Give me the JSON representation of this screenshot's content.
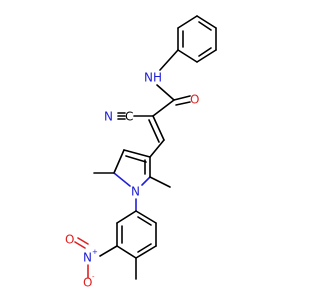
{
  "molecule": {
    "colors": {
      "carbon_bond": "#000000",
      "nitrogen": "#1f1fd6",
      "oxygen": "#e02020",
      "background": "#ffffff"
    },
    "labels": {
      "amide_nh": "NH",
      "carbonyl_o": "O",
      "nitrile_n": "N",
      "nitrile_c": "C",
      "pyrrole_n": "N",
      "nitro_n": "N",
      "nitro_n_charge": "+",
      "nitro_o_double": "O",
      "nitro_o_single": "O",
      "nitro_o_charge": "-"
    }
  }
}
